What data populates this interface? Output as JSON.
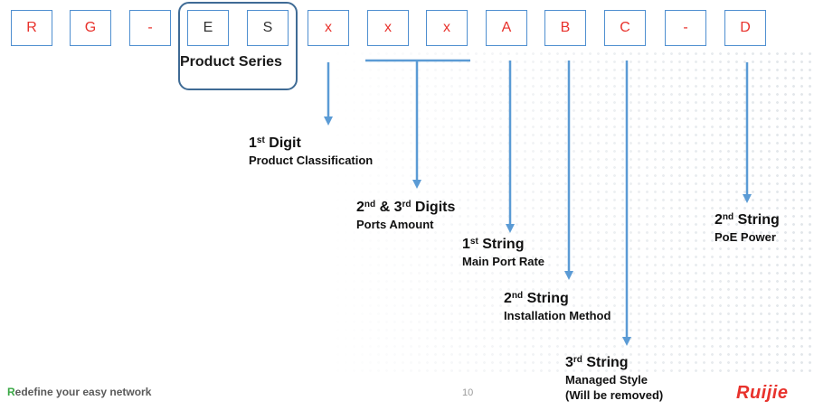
{
  "code_boxes": [
    "R",
    "G",
    "-",
    "E",
    "S",
    "x",
    "x",
    "x",
    "A",
    "B",
    "C",
    "-",
    "D"
  ],
  "product_series": "Product Series",
  "labels": {
    "first_digit": {
      "num": "1",
      "sup": "st",
      "rest": " Digit",
      "desc": "Product Classification"
    },
    "second_third_digits": {
      "num": "2",
      "sup": "nd",
      "mid": " & 3",
      "sup2": "rd",
      "rest": " Digits",
      "desc": "Ports Amount"
    },
    "first_string": {
      "num": "1",
      "sup": "st",
      "rest": " String",
      "desc": "Main Port Rate"
    },
    "second_string_install": {
      "num": "2",
      "sup": "nd",
      "rest": " String",
      "desc": "Installation Method"
    },
    "third_string": {
      "num": "3",
      "sup": "rd",
      "rest": " String",
      "desc": "Managed Style",
      "desc2": "(Will be removed)"
    },
    "second_string_poe": {
      "num": "2",
      "sup": "nd",
      "rest": " String",
      "desc": "PoE Power"
    }
  },
  "footer": {
    "tagline_accent": "R",
    "tagline_rest": "edefine your easy network",
    "page_number": "10",
    "logo": "Ruijie"
  },
  "colors": {
    "code_text": "#e8322c",
    "box_border": "#4f8fd0",
    "arrow": "#5b9bd5",
    "frame": "#3f6b95",
    "logo": "#e8322c",
    "tagline_accent": "#3aa845"
  }
}
